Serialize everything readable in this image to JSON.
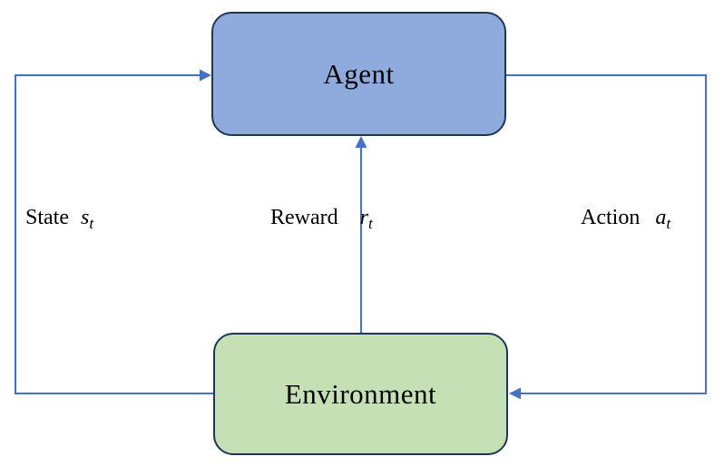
{
  "diagram": {
    "type": "reinforcement-learning-loop",
    "nodes": {
      "agent": {
        "label": "Agent"
      },
      "environment": {
        "label": "Environment"
      }
    },
    "edges": {
      "state": {
        "word": "State",
        "variable": "s",
        "subscript": "t",
        "from": "environment",
        "to": "agent"
      },
      "reward": {
        "word": "Reward",
        "variable": "r",
        "subscript": "t",
        "from": "environment",
        "to": "agent"
      },
      "action": {
        "word": "Action",
        "variable": "a",
        "subscript": "t",
        "from": "agent",
        "to": "environment"
      }
    }
  },
  "colors": {
    "agent_fill": "#8FAADC",
    "environment_fill": "#C5E0B4",
    "box_border": "#1F3655",
    "arrow": "#4472C4",
    "text": "#000000",
    "background": "#FFFFFF"
  }
}
